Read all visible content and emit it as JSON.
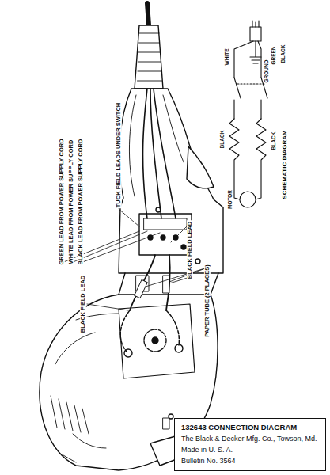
{
  "diagram": {
    "nodes": [
      {
        "text": [
          "132643 CONNECTION DIAGRAM",
          "The Black & Decker Mfg. Co., Towson, Md.",
          "Made in U. S. A.",
          "Bulletin No. 3564"
        ]
      }
    ],
    "labels": [
      "GREEN LEAD FROM POWER SUPPLY CORD",
      "WHITE LEAD FROM POWER SUPPLY CORD",
      "BLACK LEAD FROM POWER SUPPLY CORD",
      "TUCK FIELD LEADS UNDER SWITCH",
      "BLACK FIELD LEAD",
      "PAPER TUBE (2 PLACES)",
      "BLACK FIELD LEAD",
      "WHITE",
      "GREEN",
      "BLACK",
      "GROUND",
      "BLACK",
      "BLACK",
      "MOTOR",
      "SCHEMATIC DIAGRAM"
    ]
  }
}
